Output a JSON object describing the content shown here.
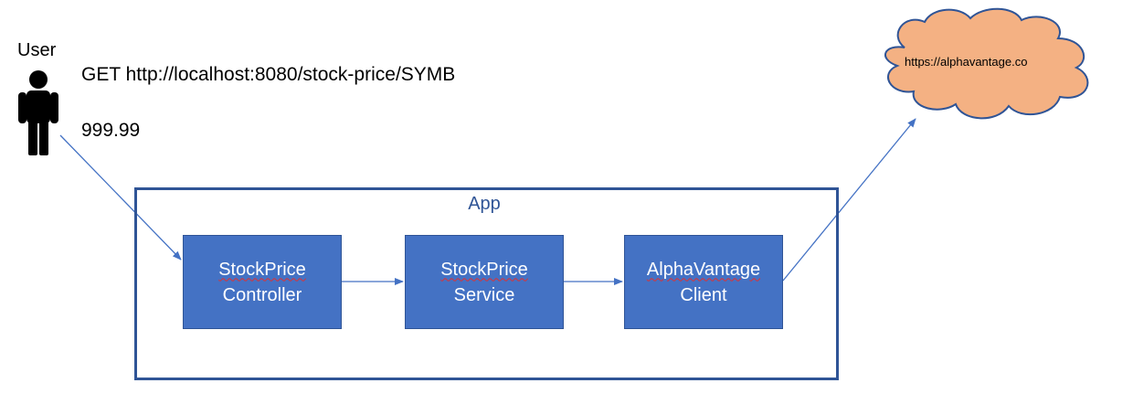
{
  "user": {
    "label": "User",
    "icon": "person-icon"
  },
  "request": {
    "text": "GET http://localhost:8080/stock-price/SYMB"
  },
  "response": {
    "text": "999.99"
  },
  "app": {
    "title": "App",
    "components": [
      {
        "line1": "StockPrice",
        "line2": "Controller"
      },
      {
        "line1": "StockPrice",
        "line2": "Service"
      },
      {
        "line1": "AlphaVantage",
        "line2": "Client"
      }
    ]
  },
  "external": {
    "url": "https://alphavantage.co",
    "icon": "cloud-icon"
  },
  "colors": {
    "box_fill": "#4472c4",
    "box_border": "#2f5496",
    "frame_border": "#2f5496",
    "arrow": "#4472c4",
    "cloud_fill": "#f4b183",
    "cloud_border": "#2f5496",
    "spell_underline": "#e03030"
  }
}
